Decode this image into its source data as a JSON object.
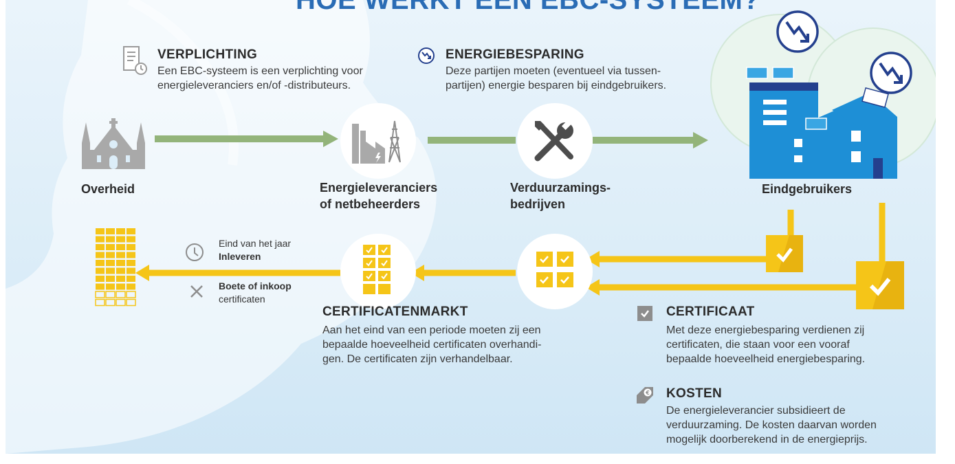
{
  "title": "HOE WERKT EEN EBC-SYSTEEM?",
  "verplichting": {
    "heading": "VERPLICHTING",
    "text_line1": "Een EBC-systeem is een verplichting voor",
    "text_line2": "energieleveranciers en/of -distributeurs."
  },
  "energiebesparing": {
    "heading": "ENERGIEBESPARING",
    "text_line1": "Deze partijen moeten (eventueel via tussen-",
    "text_line2": "partijen) energie besparen bij eindgebruikers."
  },
  "actors": {
    "overheid": "Overheid",
    "leveranciers_line1": "Energieleveranciers",
    "leveranciers_line2": "of netbeheerders",
    "verduurzaming_line1": "Verduurzamings-",
    "verduurzaming_line2": "bedrijven",
    "eindgebruikers": "Eindgebruikers"
  },
  "deadline": {
    "line1": "Eind van het jaar",
    "line2": "Inleveren",
    "penalty_line1": "Boete of inkoop",
    "penalty_line2": "certificaten"
  },
  "certificatenmarkt": {
    "heading": "CERTIFICATENMARKT",
    "text_line1": "Aan het eind van een periode moeten zij een",
    "text_line2": "bepaalde hoeveelheid certificaten overhandi-",
    "text_line3": "gen. De certificaten zijn verhandelbaar."
  },
  "certificaat": {
    "heading": "CERTIFICAAT",
    "text_line1": "Met deze energiebesparing verdienen zij",
    "text_line2": "certificaten,  die staan voor een vooraf",
    "text_line3": "bepaalde hoeveelheid energiebesparing."
  },
  "kosten": {
    "heading": "KOSTEN",
    "text_line1": "De energieleverancier subsidieert de",
    "text_line2": "verduurzaming. De kosten daarvan worden",
    "text_line3": "mogelijk doorberekend in de energieprijs."
  },
  "colors": {
    "title_blue": "#2a6cb5",
    "flow_green": "#93b47a",
    "certificate_yellow": "#f5c518",
    "house_blue": "#1e8fd6",
    "navy": "#24408e"
  },
  "icons": {
    "verplichting": "document-clock-icon",
    "energiebesparing": "down-trend-icon",
    "overheid": "church-icon",
    "leveranciers": "factory-pylon-icon",
    "verduurzaming": "tools-icon",
    "eindgebruikers": "houses-solar-icon",
    "deadline": "clock-icon",
    "penalty": "cross-icon",
    "certificaat": "check-square-icon",
    "kosten": "euro-tag-icon",
    "market": "certificate-grid-icon",
    "collected": "certificate-stack-icon"
  }
}
